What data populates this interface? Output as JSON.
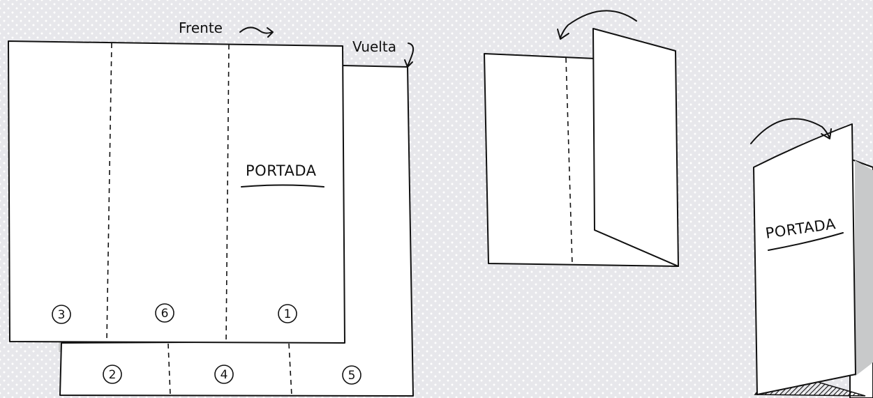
{
  "labels": {
    "front": "Frente",
    "back": "Vuelta",
    "cover_left": "PORTADA",
    "cover_right": "PORTADA"
  },
  "panels": {
    "front": [
      "3",
      "6",
      "1"
    ],
    "back": [
      "2",
      "4",
      "5"
    ]
  },
  "colors": {
    "background": "#e7e7eb",
    "paper": "#ffffff",
    "shadow": "#c8c9ca",
    "ink": "#111111"
  }
}
